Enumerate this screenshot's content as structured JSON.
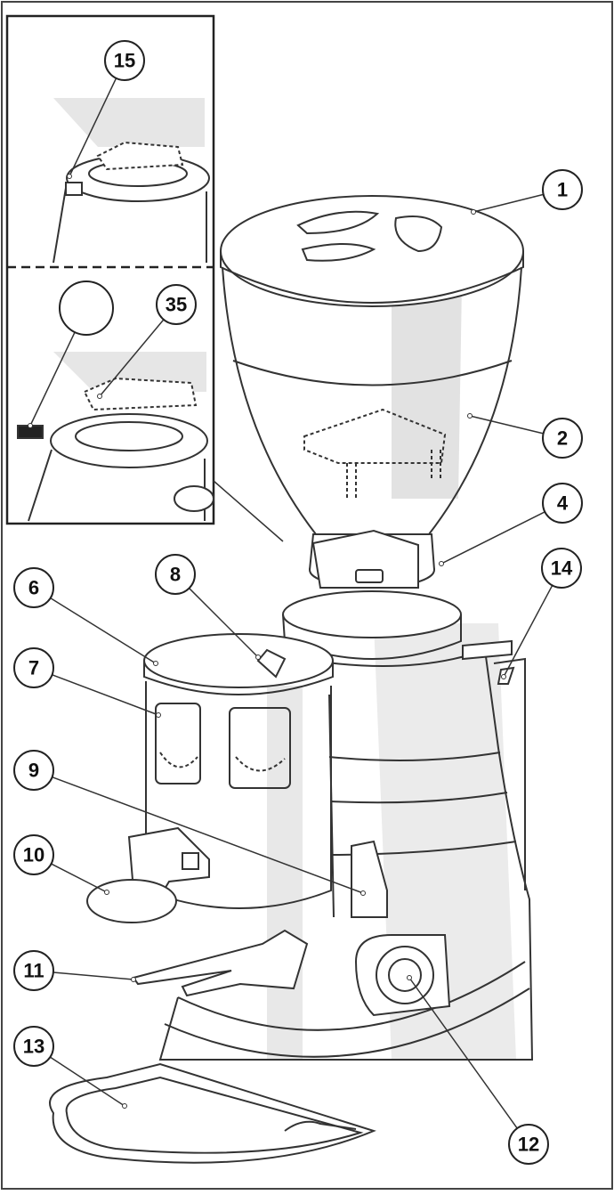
{
  "diagram": {
    "callouts": [
      {
        "id": "c1",
        "label": "1"
      },
      {
        "id": "c2",
        "label": "2"
      },
      {
        "id": "c4",
        "label": "4"
      },
      {
        "id": "c6",
        "label": "6"
      },
      {
        "id": "c7",
        "label": "7"
      },
      {
        "id": "c8",
        "label": "8"
      },
      {
        "id": "c9",
        "label": "9"
      },
      {
        "id": "c10",
        "label": "10"
      },
      {
        "id": "c11",
        "label": "11"
      },
      {
        "id": "c12",
        "label": "12"
      },
      {
        "id": "c13",
        "label": "13"
      },
      {
        "id": "c14",
        "label": "14"
      },
      {
        "id": "c15",
        "label": "15"
      },
      {
        "id": "c35",
        "label": "35"
      },
      {
        "id": "cblank",
        "label": ""
      }
    ],
    "colors": {
      "line": "#333333",
      "shadow": "#d9d9d9",
      "fill": "#ffffff",
      "frame": "#222222"
    }
  }
}
